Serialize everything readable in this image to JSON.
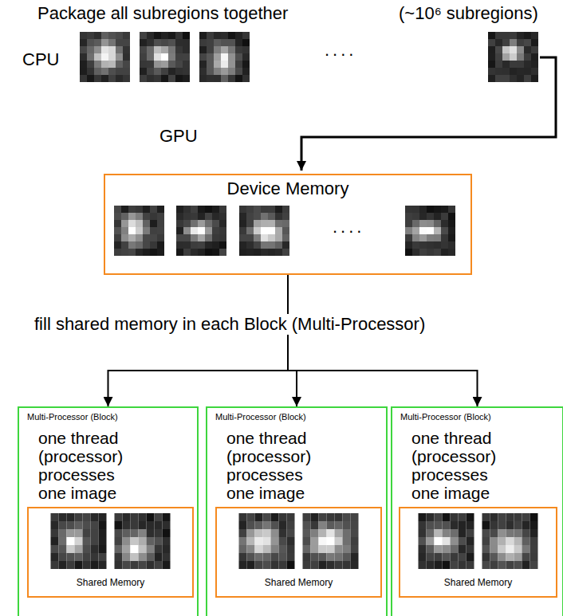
{
  "diagram": {
    "title": "Package all subregions together",
    "nodes": [
      {
        "text": [
          "Device Memory"
        ]
      },
      {
        "text": [
          "Multi-Processor (Block)",
          "one thread (processor) processes one image"
        ]
      },
      {
        "text": [
          "Shared Memory"
        ],
        "in": 1
      },
      {
        "text": [
          "Multi-Processor (Block)",
          "one thread (processor) processes one image"
        ]
      },
      {
        "text": [
          "Shared Memory"
        ],
        "in": 3
      },
      {
        "text": [
          "Multi-Processor (Block)",
          "one thread (processor) processes one image"
        ]
      },
      {
        "text": [
          "Shared Memory"
        ],
        "in": 5
      }
    ],
    "edges": [
      {
        "from": 0,
        "to": 1,
        "arrow": "to"
      },
      {
        "from": 0,
        "to": 3,
        "arrow": "to"
      },
      {
        "from": 0,
        "to": 5,
        "arrow": "to"
      }
    ],
    "labels": [
      "(~10⁶ subregions)",
      "CPU",
      "....",
      "GPU",
      "....",
      "fill shared memory in each Block (Multi-Processor)"
    ]
  }
}
